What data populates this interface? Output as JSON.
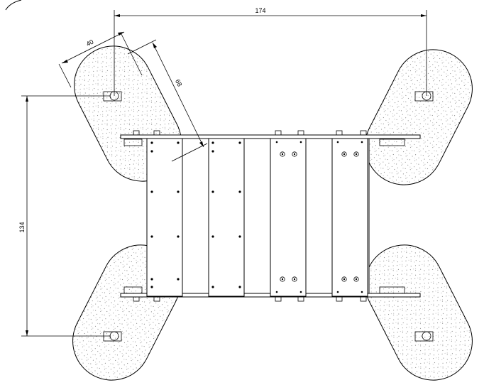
{
  "dimensions": {
    "overall_width": "174",
    "overall_height": "134",
    "pad_width": "40",
    "pad_length": "68"
  },
  "colors": {
    "stroke": "#000000",
    "stipple": "#555555",
    "background": "#ffffff"
  }
}
